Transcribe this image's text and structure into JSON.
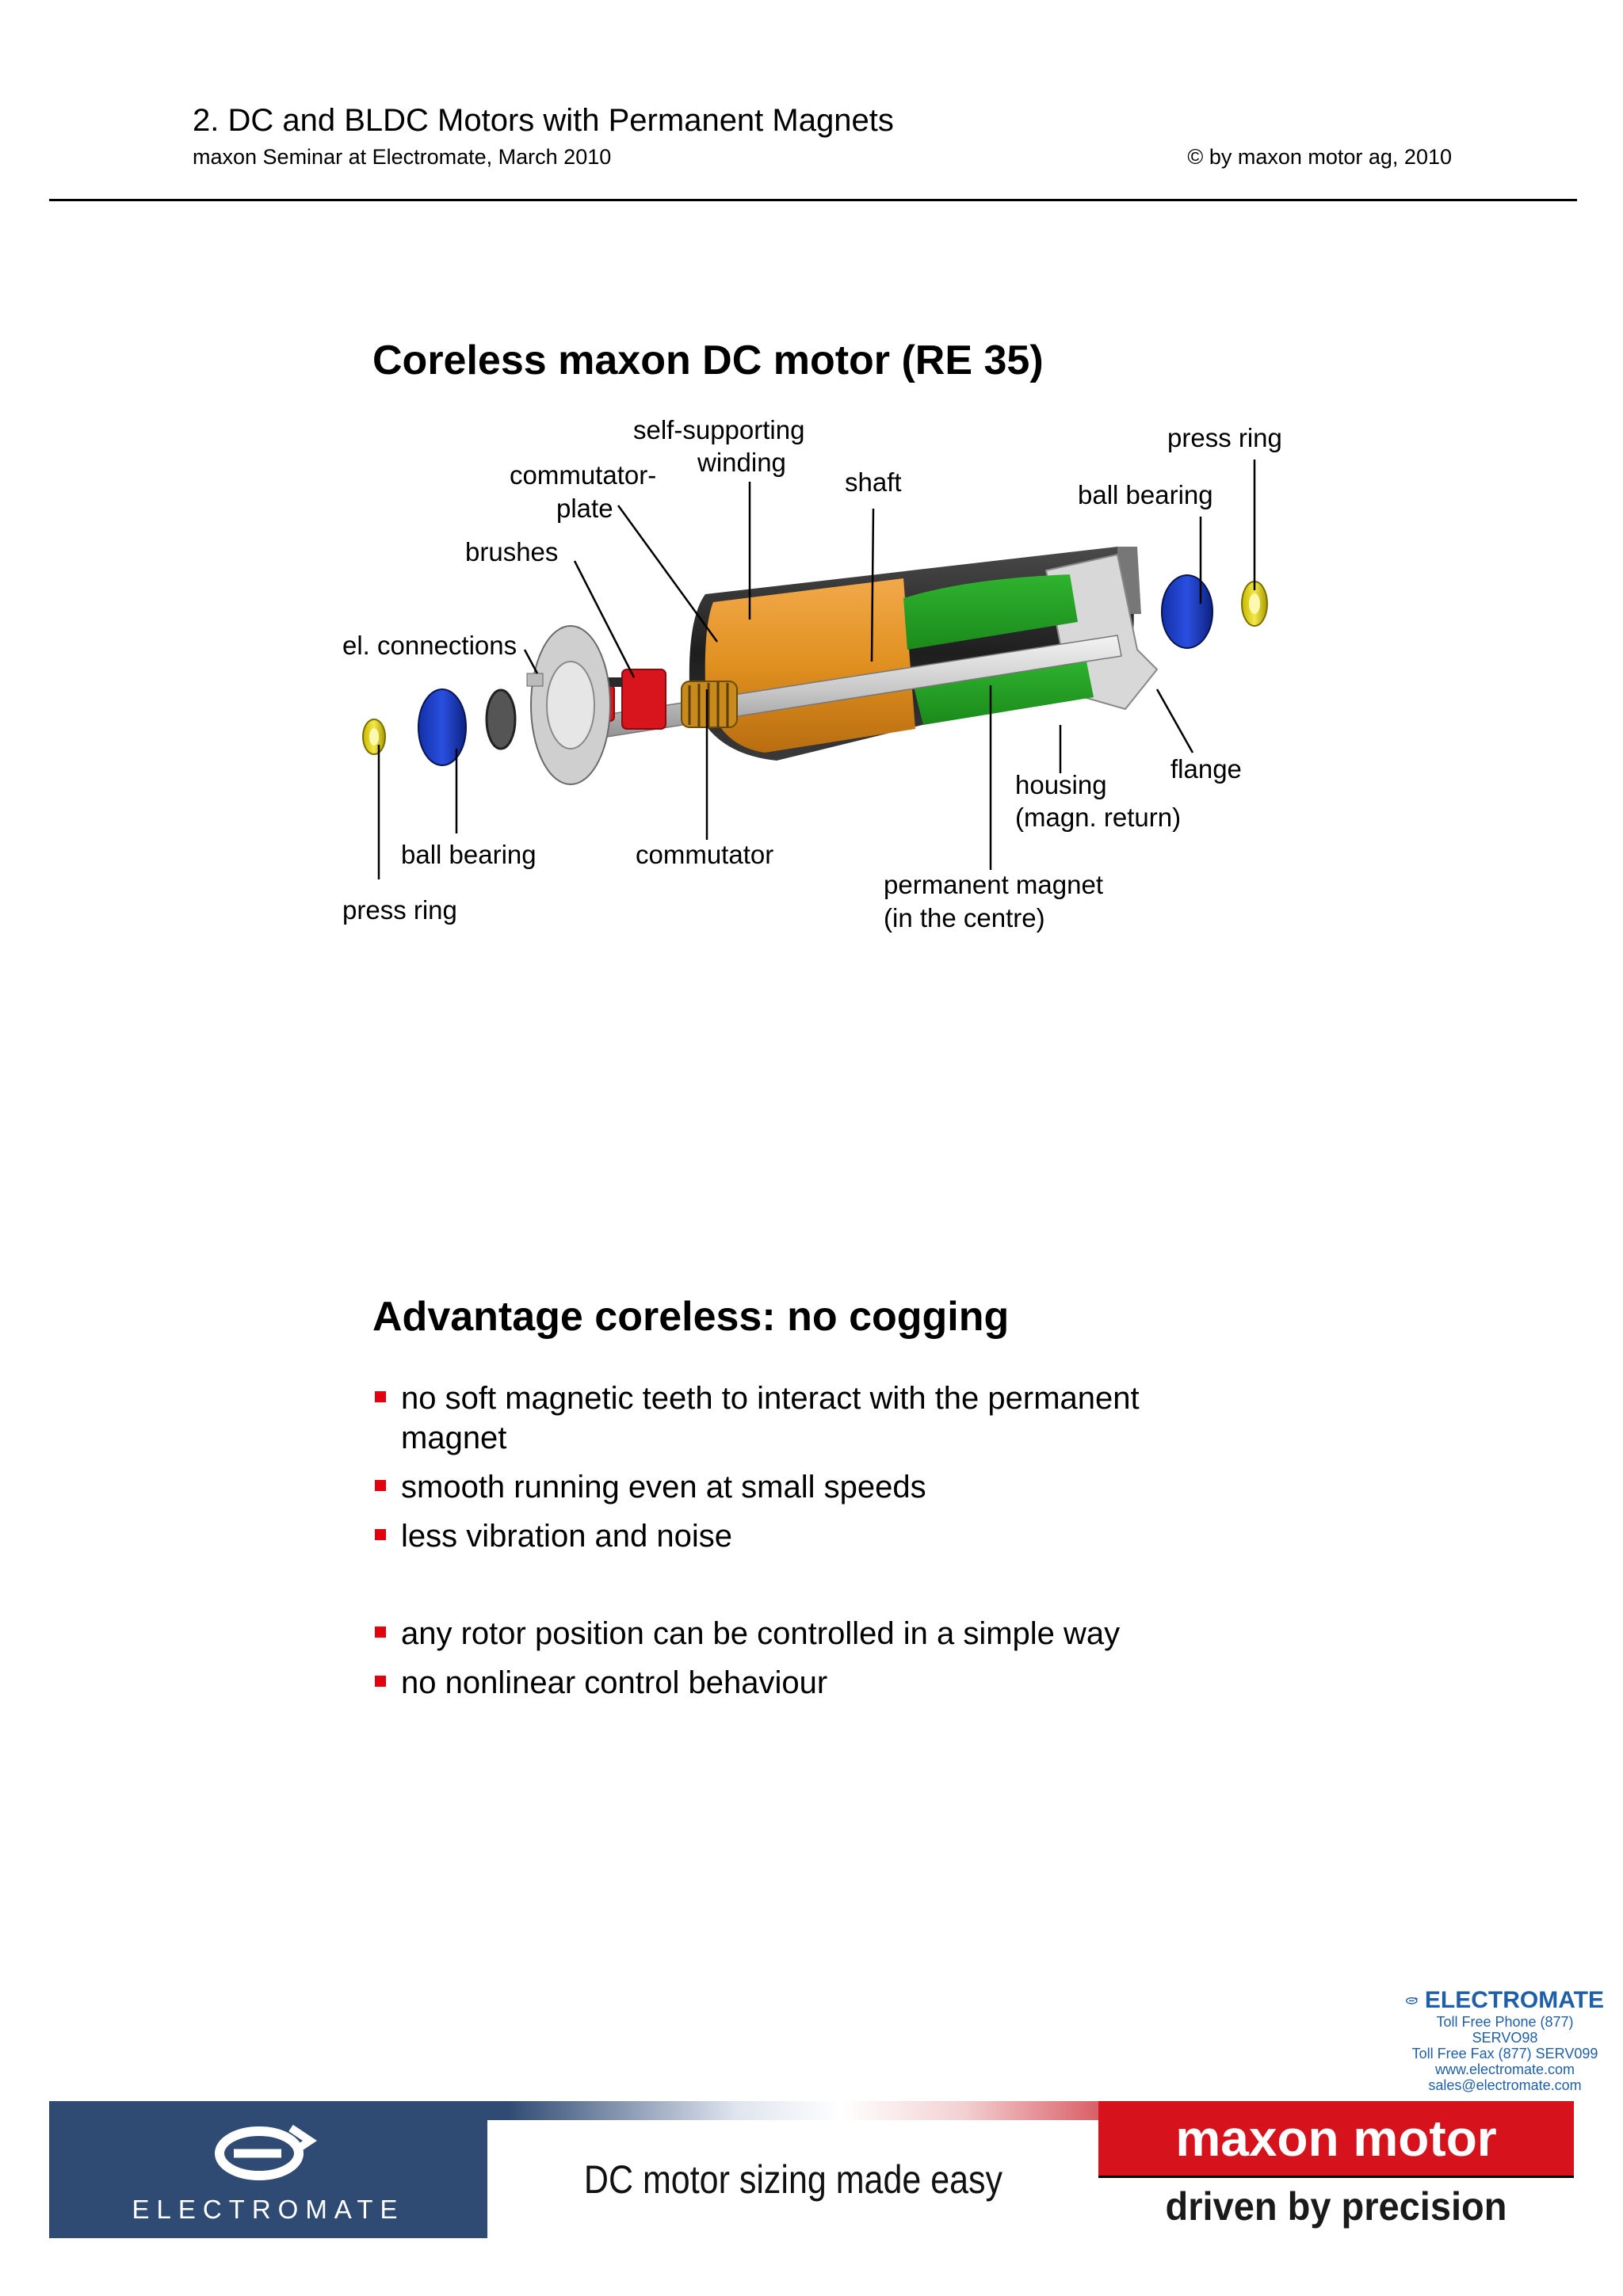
{
  "header": {
    "title": "2. DC and BLDC Motors with Permanent Magnets",
    "subtitle": "maxon Seminar at Electromate, March 2010",
    "copyright": "© by maxon motor ag, 2010"
  },
  "section1": {
    "title": "Coreless maxon DC motor (RE 35)",
    "labels": {
      "self_supporting_1": "self-supporting",
      "self_supporting_2": "winding",
      "commutator_plate_1": "commutator-",
      "commutator_plate_2": "plate",
      "shaft": "shaft",
      "press_ring_top": "press ring",
      "ball_bearing_top": "ball bearing",
      "brushes": "brushes",
      "el_connections": "el. connections",
      "flange": "flange",
      "housing_1": "housing",
      "housing_2": "(magn. return)",
      "ball_bearing_bottom": "ball bearing",
      "commutator": "commutator",
      "permanent_magnet_1": "permanent magnet",
      "permanent_magnet_2": "(in the centre)",
      "press_ring_bottom": "press ring"
    }
  },
  "section2": {
    "title": "Advantage coreless: no cogging",
    "bullets": [
      "no soft magnetic teeth to interact with the permanent magnet",
      "smooth running even at small speeds",
      "less vibration and noise",
      "any rotor position can be controlled in a simple way",
      "no nonlinear control behaviour"
    ]
  },
  "contact": {
    "brand": "ELECTROMATE",
    "phone": "Toll Free Phone  (877) SERVO98",
    "fax": "Toll Free Fax  (877) SERV099",
    "web": "www.electromate.com",
    "email": "sales@electromate.com"
  },
  "footer": {
    "electromate": "ELECTROMATE",
    "tagline": "DC motor sizing made easy",
    "maxon": "maxon motor",
    "slogan": "driven by precision"
  },
  "colors": {
    "bullet": "#e3000f",
    "electromate_blue": "#2f4b73",
    "maxon_red": "#d6131d"
  }
}
